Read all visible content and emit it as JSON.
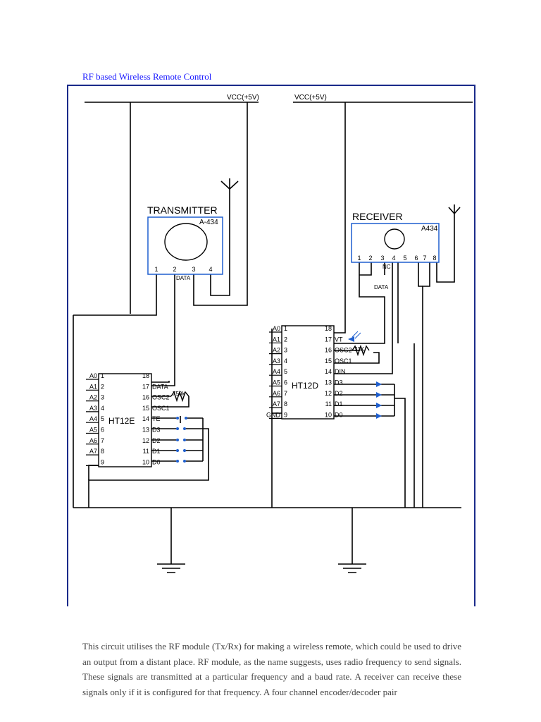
{
  "title": "RF based Wireless Remote Control",
  "schematic": {
    "vcc_tx": "VCC(+5V)",
    "vcc_rx": "VCC(+5V)",
    "transmitter": {
      "label": "TRANSMITTER",
      "part": "A-434",
      "pins": [
        "1",
        "2",
        "3",
        "4"
      ],
      "data_label": "DATA"
    },
    "receiver": {
      "label": "RECEIVER",
      "part": "A434",
      "pins": [
        "1",
        "2",
        "3",
        "4",
        "5",
        "6",
        "7",
        "8"
      ],
      "nc_label": "NC",
      "data_label": "DATA"
    },
    "encoder": {
      "name": "HT12E",
      "left_labels": [
        "A0",
        "A1",
        "A2",
        "A3",
        "A4",
        "A5",
        "A6",
        "A7",
        ""
      ],
      "left_nums": [
        "1",
        "2",
        "3",
        "4",
        "5",
        "6",
        "7",
        "8",
        "9"
      ],
      "right_nums": [
        "18",
        "17",
        "16",
        "15",
        "14",
        "13",
        "12",
        "11",
        "10"
      ],
      "right_labels": [
        "",
        "DATA",
        "OSC2",
        "OSC1",
        "TE",
        "D3",
        "D2",
        "D1",
        "D0"
      ],
      "resistor": "750k"
    },
    "decoder": {
      "name": "HT12D",
      "left_labels": [
        "A0",
        "A1",
        "A2",
        "A3",
        "A4",
        "A5",
        "A6",
        "A7",
        "GND"
      ],
      "left_nums": [
        "1",
        "2",
        "3",
        "4",
        "5",
        "6",
        "7",
        "8",
        "9"
      ],
      "right_nums": [
        "18",
        "17",
        "16",
        "15",
        "14",
        "13",
        "12",
        "11",
        "10"
      ],
      "right_labels": [
        "",
        "VT",
        "OSC2",
        "OSC1",
        "DIN",
        "D3",
        "D2",
        "D1",
        "D0"
      ],
      "resistor": "33K"
    }
  },
  "description": "This circuit utilises the RF module (Tx/Rx) for making a wireless remote, which could be used to drive an output from a distant place. RF module, as the name suggests, uses radio frequency to send signals. These signals are transmitted at a particular frequency and a baud rate. A receiver can receive these signals only if it is configured for that frequency. A four channel encoder/decoder pair",
  "colors": {
    "title": "#1a1aff",
    "frame": "#1a2a8a",
    "wire": "#000000",
    "led": "#1f5fcf"
  }
}
